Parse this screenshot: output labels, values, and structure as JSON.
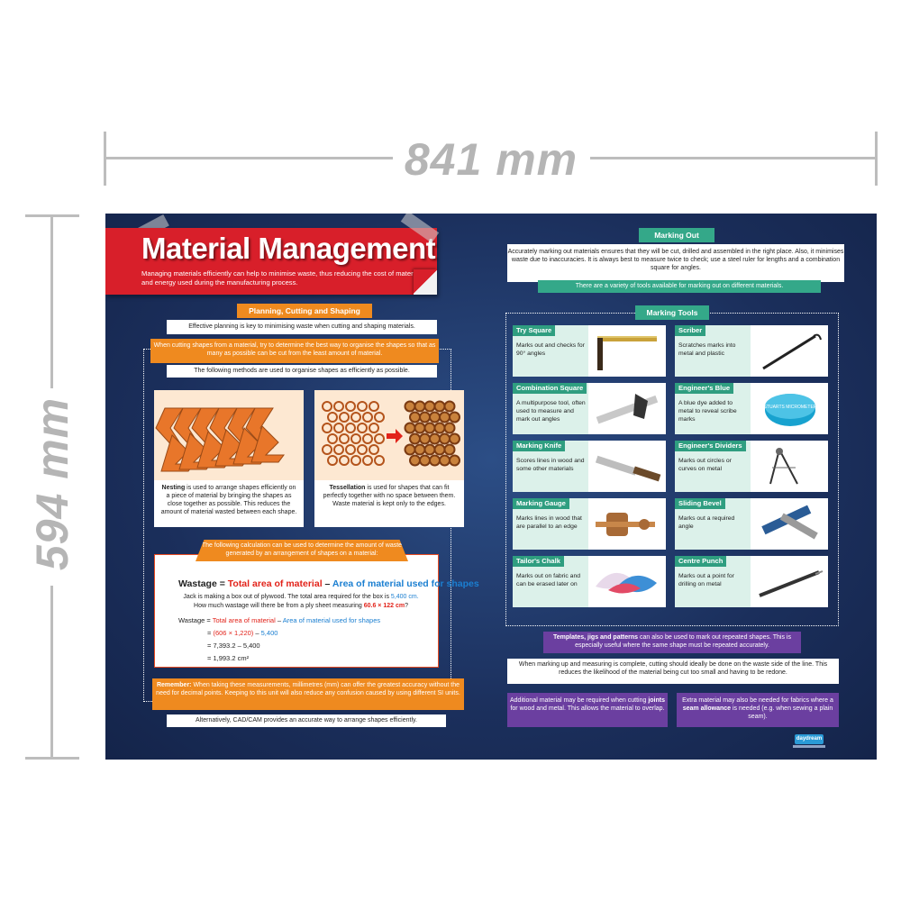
{
  "dimensions": {
    "width_label": "841 mm",
    "height_label": "594 mm"
  },
  "header": {
    "title": "Material Management",
    "subtitle": "Managing materials efficiently can help to minimise waste, thus reducing the cost of materials and energy used during the manufacturing process."
  },
  "planning": {
    "tab": "Planning, Cutting and Shaping",
    "intro": "Effective planning is key to minimising waste when cutting and shaping materials.",
    "orange_note": "When cutting shapes from a material, try to determine the best way to organise the shapes so that as many as possible can be cut from the least amount of material.",
    "methods": "The following methods are used to organise shapes as efficiently as possible.",
    "nesting_term": "Nesting",
    "nesting_text": " is used to arrange shapes efficiently on a piece of material by bringing the shapes as close together as possible. This reduces the amount of material wasted between each shape.",
    "tessellation_term": "Tessellation",
    "tessellation_text": " is used for shapes that can fit perfectly together with no space between them. Waste material is kept only to the edges."
  },
  "calculation": {
    "intro": "The following calculation can be used to determine the amount of waste generated by an arrangement of shapes on a material:",
    "eq_label": "Wastage = ",
    "eq_total": "Total area of material",
    "eq_minus": " – ",
    "eq_used": "Area of material used for shapes",
    "para_a": "Jack is making a box out of plywood. The total area required for the box is ",
    "para_b": "5,400 cm.",
    "para_c": " How much wastage will there be from a ply sheet measuring ",
    "para_d": "60.6 × 122 cm",
    "para_e": "?",
    "line1_label": "Wastage = ",
    "line1_total": "Total area of material",
    "line1_minus": " – ",
    "line1_used": "Area of material used for shapes",
    "line2_eq": "= ",
    "line2_a": "(606 × 1,220)",
    "line2_minus": " – ",
    "line2_b": "5,400",
    "line3": "= 7,393.2 – 5,400",
    "line4": "= 1,993.2 cm²"
  },
  "remember": {
    "bold": "Remember:",
    "text": " When taking these measurements, millimetres (mm) can offer the greatest accuracy without the need for decimal points. Keeping to this unit will also reduce any confusion caused by using different SI units.",
    "cadcam": "Alternatively, CAD/CAM provides an accurate way to arrange shapes efficiently."
  },
  "marking_out": {
    "tab": "Marking Out",
    "text": "Accurately marking out materials ensures that they will be cut, drilled and assembled in the right place. Also, it minimises waste due to inaccuracies. It is always best to measure twice to check; use a steel ruler for lengths and a combination square for angles.",
    "band": "There are a variety of tools available for marking out on different materials."
  },
  "marking_tools": {
    "tab": "Marking Tools",
    "tools": [
      {
        "name": "Try Square",
        "desc": "Marks out and checks for 90° angles"
      },
      {
        "name": "Scriber",
        "desc": "Scratches marks into metal and plastic"
      },
      {
        "name": "Combination Square",
        "desc": "A multipurpose tool, often used to measure and mark out angles"
      },
      {
        "name": "Engineer's Blue",
        "desc": "A blue dye added to metal to reveal scribe marks"
      },
      {
        "name": "Marking Knife",
        "desc": "Scores lines in wood and some other materials"
      },
      {
        "name": "Engineer's Dividers",
        "desc": "Marks out circles or curves on metal"
      },
      {
        "name": "Marking Gauge",
        "desc": "Marks lines in wood that are parallel to an edge"
      },
      {
        "name": "Sliding Bevel",
        "desc": "Marks out a required angle"
      },
      {
        "name": "Tailor's Chalk",
        "desc": "Marks out on fabric and can be erased later on"
      },
      {
        "name": "Centre Punch",
        "desc": "Marks out a point for drilling on metal"
      }
    ],
    "blue_tin_label": "STUARTS MICROMETER"
  },
  "templates": {
    "bold": "Templates, jigs and patterns",
    "text": " can also be used to mark out repeated shapes. This is especially useful where the same shape must be repeated accurately.",
    "cutting": "When marking up and measuring is complete, cutting should ideally be done on the waste side of the line. This reduces the likelihood of the material being cut too small and having to be redone.",
    "joints_a": "Additional material may be required when cutting ",
    "joints_b": "joints",
    "joints_c": " for wood and metal. This allows the material to overlap.",
    "seam_a": "Extra material may also be needed for fabrics where a ",
    "seam_b": "seam allowance",
    "seam_c": " is needed (e.g. when sewing a plain seam)."
  },
  "brand": {
    "logo": "daydream"
  },
  "colors": {
    "poster_bg": "#1b2f5c",
    "title_red": "#d81f2a",
    "orange": "#ef8a1f",
    "green": "#34a889",
    "purple": "#6b3fa0"
  }
}
